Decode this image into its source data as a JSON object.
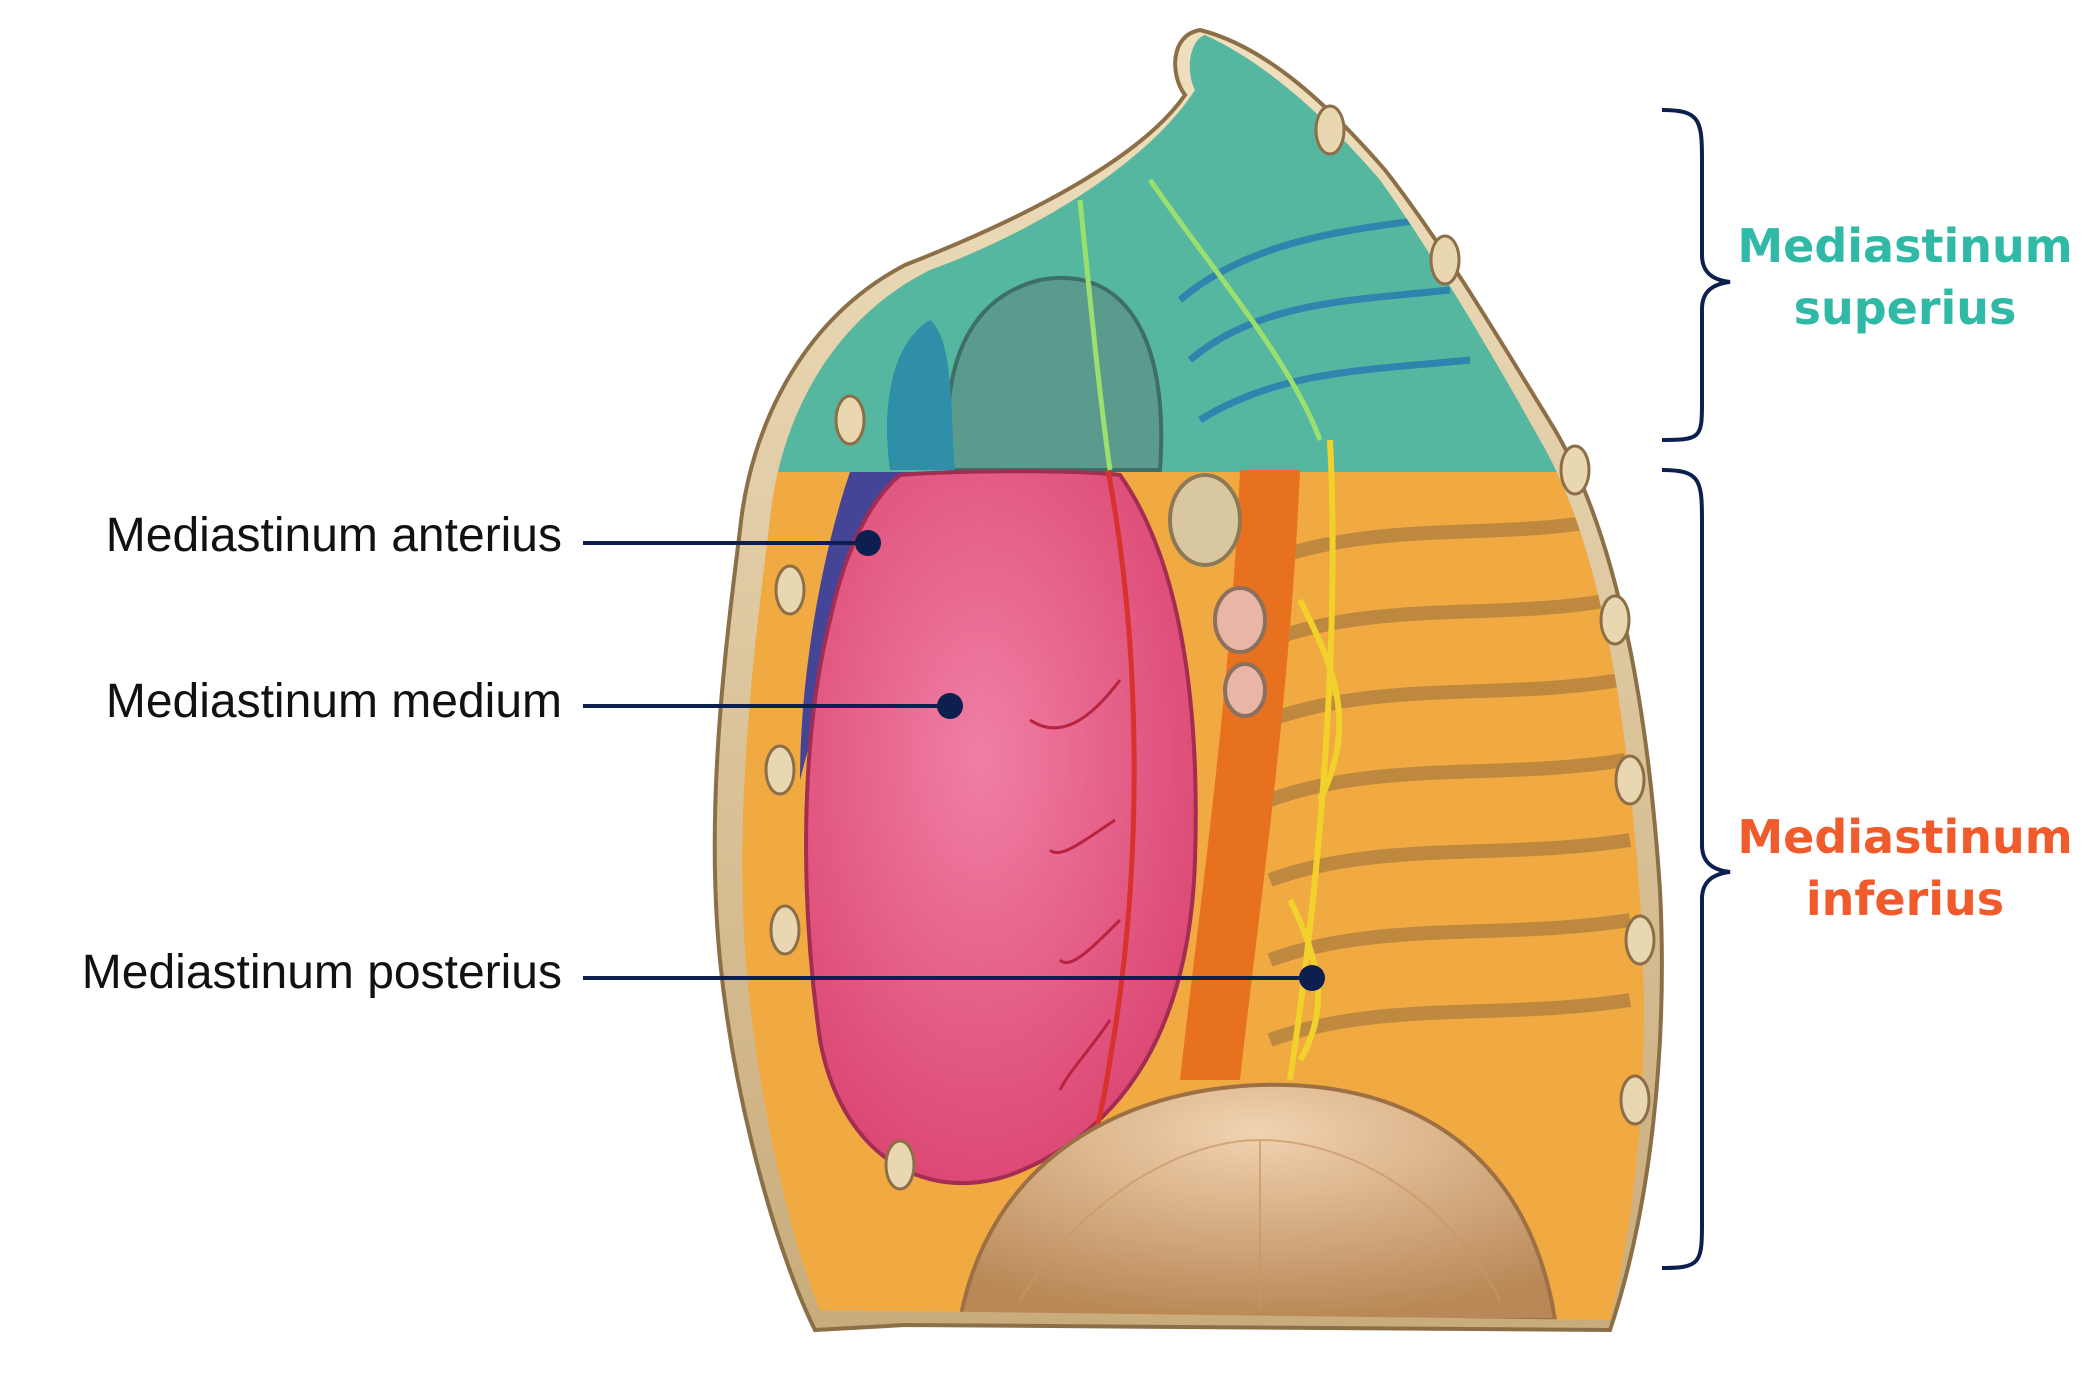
{
  "labels": {
    "anterius": "Mediastinum anterius",
    "medium": "Mediastinum medium",
    "posterius": "Mediastinum posterius"
  },
  "regions": {
    "superius": {
      "line1": "Mediastinum",
      "line2": "superius",
      "color": "#2fb9a6"
    },
    "inferius": {
      "line1": "Mediastinum",
      "line2": "inferius",
      "color": "#f15a2b"
    }
  },
  "colors": {
    "leader": "#0d1f4f",
    "bracket": "#0d1f4f",
    "superior_overlay": "#3fb7a3",
    "inferior_overlay": "#f6a623",
    "anterior_overlay": "#3a3f9c",
    "heart": "#e0507d",
    "diaphragm": "#d9a97b",
    "ribs": "#e5d1a8"
  }
}
